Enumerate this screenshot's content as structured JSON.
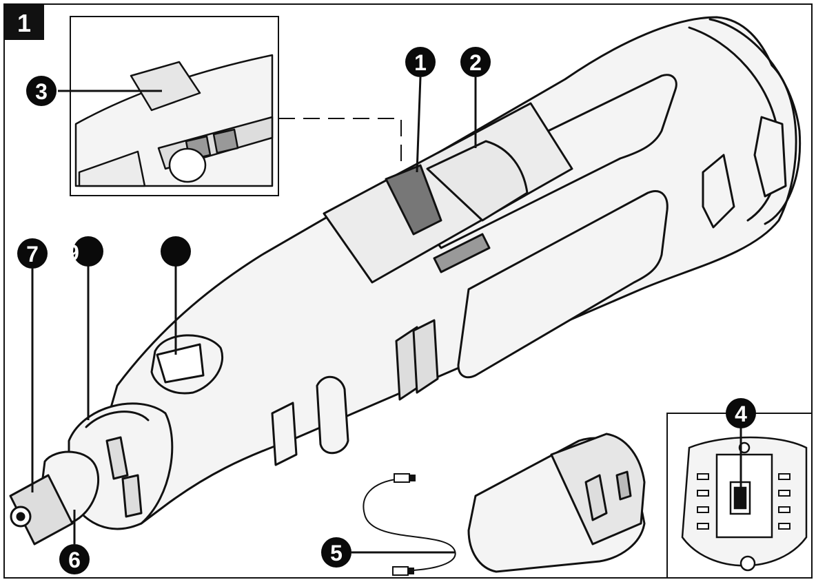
{
  "figure": {
    "number": "1",
    "callouts": {
      "switch_detail": "3",
      "speed_wheel": "1",
      "shaft_lock_sleeve": "2",
      "collet_nut": "7",
      "nose_ring": "9",
      "button_top": "",
      "usb_port": "4",
      "charging_cable": "5",
      "collet": "6"
    }
  },
  "colors": {
    "ink": "#111111",
    "body_fill": "#f4f4f4",
    "callout_fill": "#0a0a0a",
    "callout_text": "#ffffff"
  }
}
